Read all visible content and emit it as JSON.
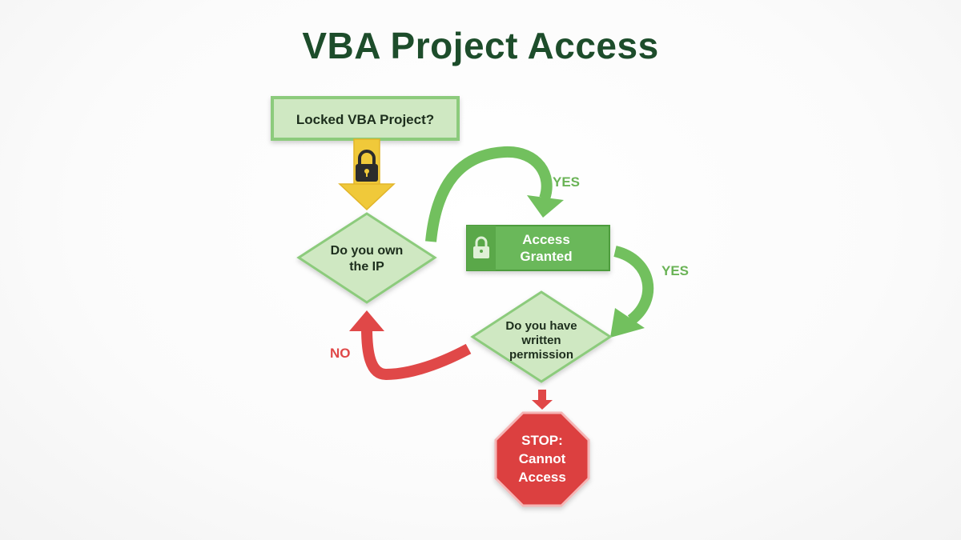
{
  "title": "VBA Project Access",
  "nodes": {
    "start": "Locked VBA Project?",
    "own_ip_line1": "Do you own",
    "own_ip_line2": "the IP",
    "granted_line1": "Access",
    "granted_line2": "Granted",
    "permission_line1": "Do you have",
    "permission_line2": "written",
    "permission_line3": "permission",
    "stop_line1": "STOP:",
    "stop_line2": "Cannot",
    "stop_line3": "Access"
  },
  "edges": {
    "yes_top": "YES",
    "yes_right": "YES",
    "no_left": "NO"
  },
  "icons": {
    "yellow_arrow": "lock-icon",
    "granted": "lock-icon"
  },
  "colors": {
    "title": "#1d4d2b",
    "box_fill": "#cfe8c2",
    "box_stroke": "#7cc36c",
    "granted_fill": "#6bb85a",
    "yes_arrow": "#72c05e",
    "no_arrow": "#e04848",
    "stop_fill": "#dc4040",
    "yellow": "#f0c93a"
  }
}
